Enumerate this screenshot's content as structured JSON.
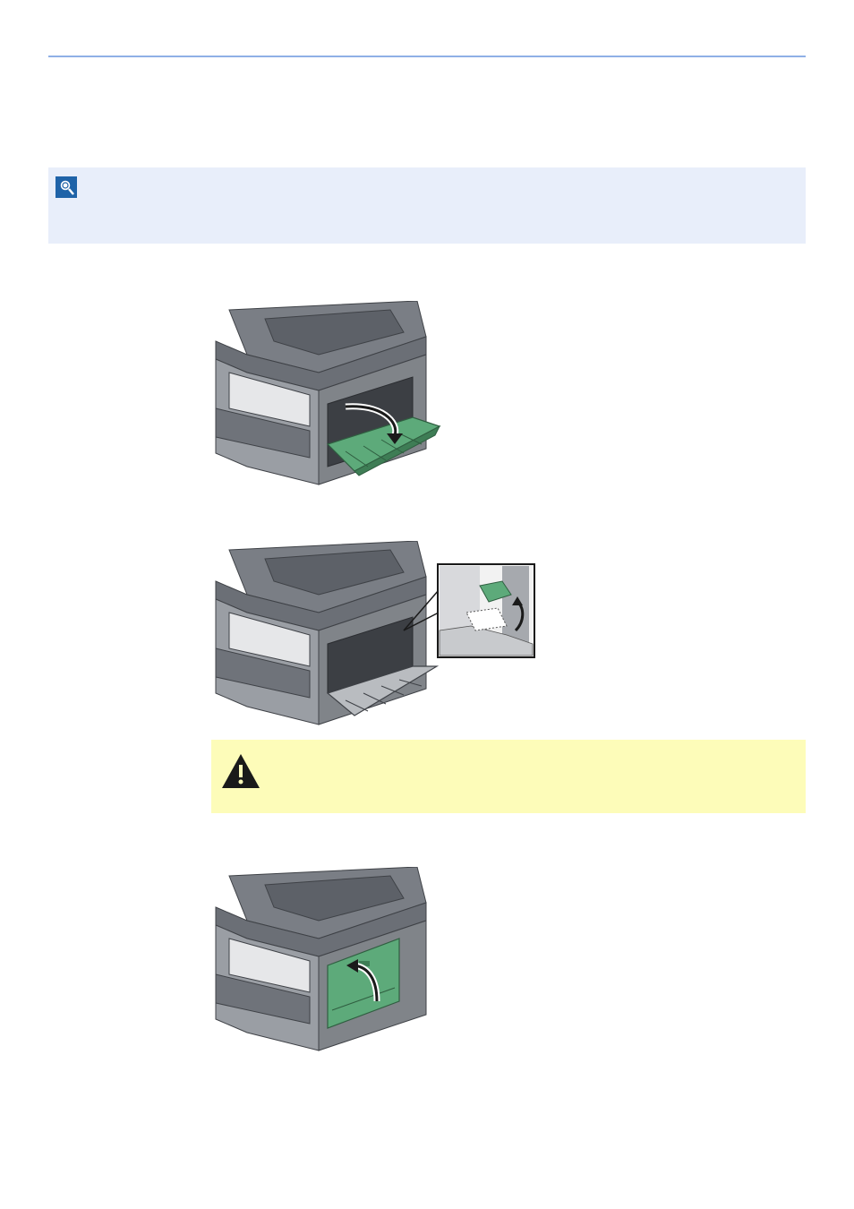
{
  "page": {
    "rule_color": "#8fb0e6",
    "note_bg": "#e8eefa",
    "caution_bg": "#fdfcb9",
    "accent_green": "#5daa7a"
  },
  "note": {
    "icon": "note-magnifier-icon"
  },
  "caution": {
    "icon": "warning-triangle-icon"
  },
  "figures": [
    {
      "name": "rear-cover-open-figure",
      "icon": "curved-down-arrow"
    },
    {
      "name": "fuser-lever-figure",
      "icon": "curved-up-arrow"
    },
    {
      "name": "rear-cover-close-figure",
      "icon": "curved-up-arrow"
    }
  ]
}
